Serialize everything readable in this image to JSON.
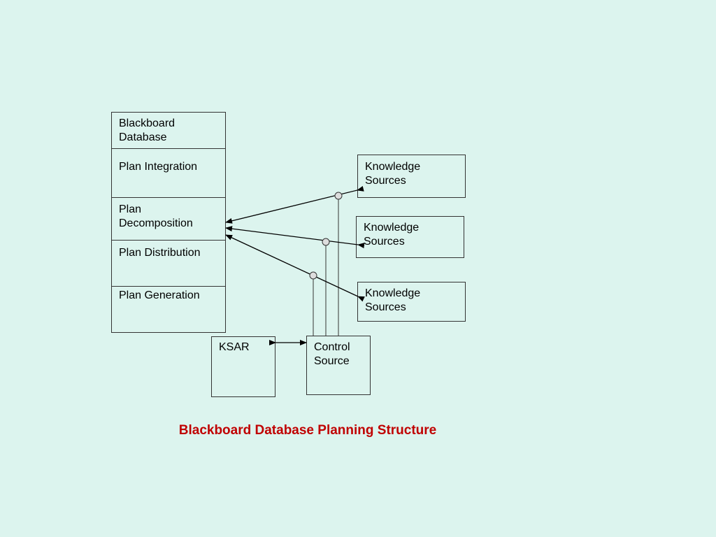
{
  "blackboard": {
    "sections": [
      {
        "label": "Blackboard\nDatabase"
      },
      {
        "label": "Plan Integration"
      },
      {
        "label": "Plan\nDecomposition"
      },
      {
        "label": "Plan Distribution"
      },
      {
        "label": "Plan Generation"
      }
    ]
  },
  "knowledge_sources": [
    {
      "label": "Knowledge\nSources"
    },
    {
      "label": "Knowledge\nSources"
    },
    {
      "label": "Knowledge\nSources"
    }
  ],
  "ksar": {
    "label": "KSAR"
  },
  "control_source": {
    "label": "Control\nSource"
  },
  "caption": "Blackboard Database Planning Structure"
}
